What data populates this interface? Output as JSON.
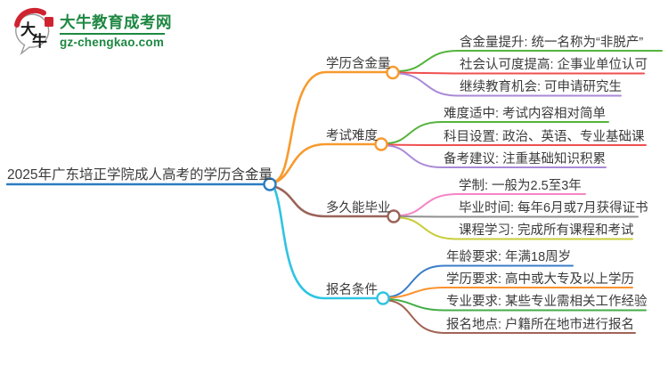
{
  "logo": {
    "icon_char_top": "大",
    "icon_char_bottom": "牛",
    "site_name": "大牛教育成考网",
    "domain": "gz-chengkao.com",
    "brand_green": "#1e8843",
    "accent_red": "#cf2330"
  },
  "mindmap": {
    "central": {
      "label": "2025年广东培正学院成人高考的学历含金量",
      "color": "#2b7cc2"
    },
    "branches": [
      {
        "label": "学历含金量",
        "color": "#f89a2e",
        "children": [
          {
            "label": "含金量提升: 统一名称为“非脱产”",
            "color": "#54b33c"
          },
          {
            "label": "社会认可度提高: 企事业单位认可",
            "color": "#f04f4f"
          },
          {
            "label": "继续教育机会: 可申请研究生",
            "color": "#a98ad8"
          }
        ]
      },
      {
        "label": "考试难度",
        "color": "#f89a2e",
        "children": [
          {
            "label": "难度适中: 考试内容相对简单",
            "color": "#54b33c"
          },
          {
            "label": "科目设置: 政治、英语、专业基础课",
            "color": "#f04f4f"
          },
          {
            "label": "备考建议: 注重基础知识积累",
            "color": "#a98ad8"
          }
        ]
      },
      {
        "label": "多久能毕业",
        "color": "#9a6458",
        "children": [
          {
            "label": "学制: 一般为2.5至3年",
            "color": "#f585c5"
          },
          {
            "label": "毕业时间: 每年6月或7月获得证书",
            "color": "#8f8f8f"
          },
          {
            "label": "课程学习: 完成所有课程和考试",
            "color": "#c9cd3a"
          }
        ]
      },
      {
        "label": "报名条件",
        "color": "#2fc4e2",
        "children": [
          {
            "label": "年龄要求: 年满18周岁",
            "color": "#3a7cc9"
          },
          {
            "label": "学历要求: 高中或大专及以上学历",
            "color": "#fb9330"
          },
          {
            "label": "专业要求: 某些专业需相关工作经验",
            "color": "#43ae47"
          },
          {
            "label": "报名地点: 户籍所在地市进行报名",
            "color": "#a16455"
          }
        ]
      }
    ]
  }
}
